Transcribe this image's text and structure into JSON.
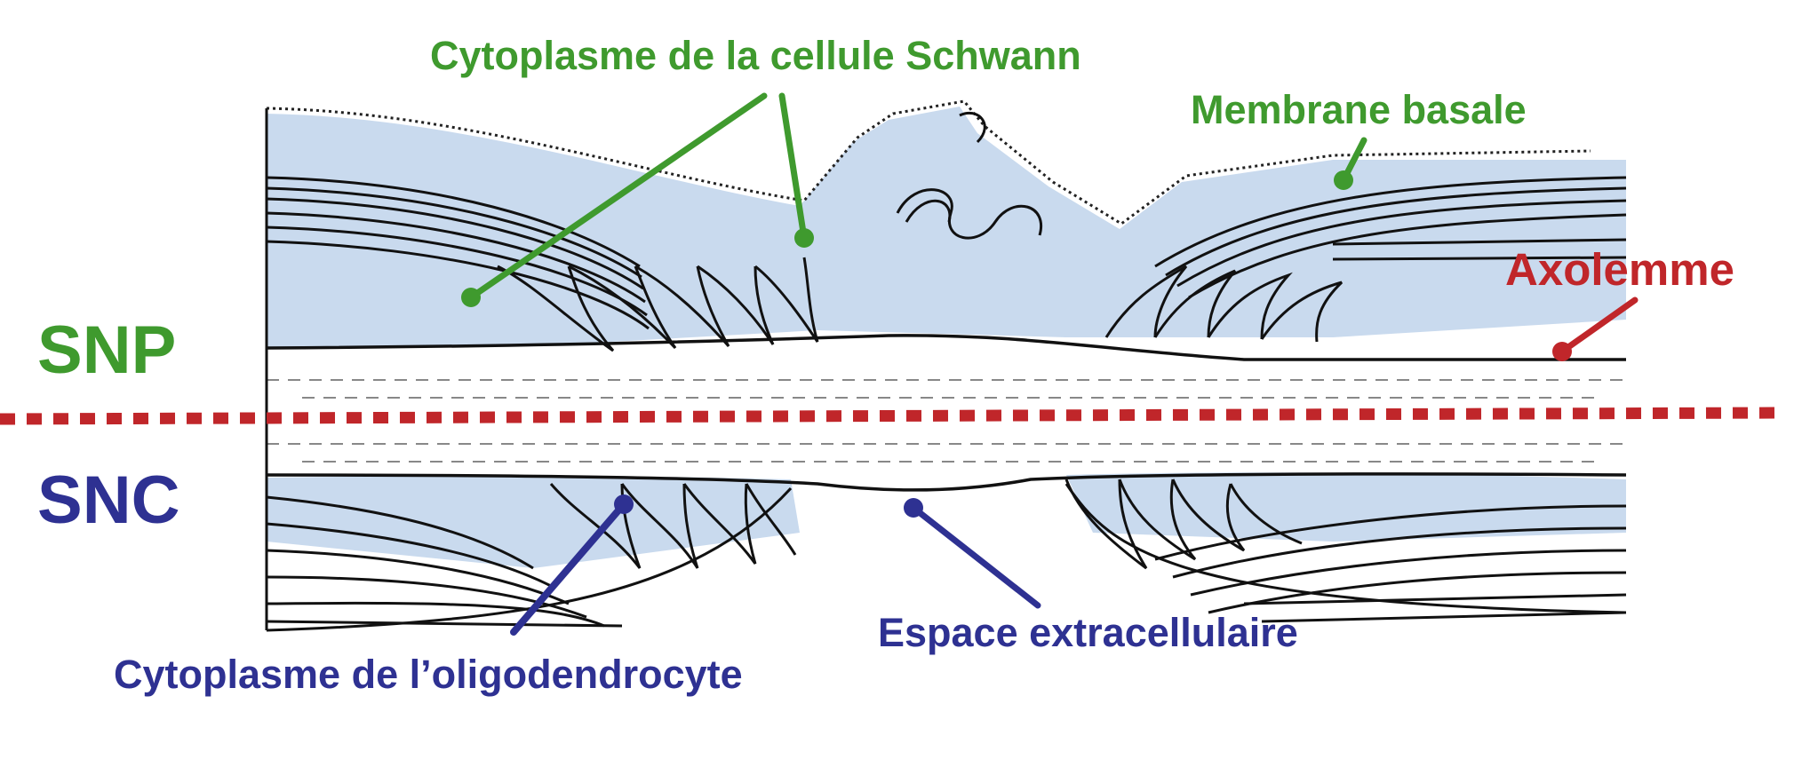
{
  "labels": {
    "snp": "SNP",
    "snc": "SNC",
    "schwann_cytoplasm": "Cytoplasme de la cellule Schwann",
    "basal_membrane": "Membrane basale",
    "axolemma": "Axolemme",
    "extracellular_space": "Espace extracellulaire",
    "oligodendrocyte_cytoplasm": "Cytoplasme de l’oligodendrocyte"
  },
  "colors": {
    "snp": "#3f9a2e",
    "snc": "#2e3192",
    "divider": "#c0262a",
    "cytoplasm_fill": "#c9daee",
    "ink": "#111111"
  }
}
